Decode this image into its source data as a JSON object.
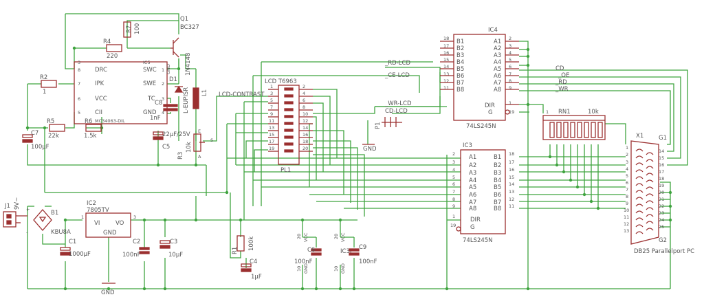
{
  "labels": {
    "q1": "Q1",
    "q1v": "BC327",
    "r7": "R7",
    "r7v": "100",
    "r4": "R4",
    "r4v": "220",
    "ic5v": "MC34063-DIL",
    "ic5": "IC5",
    "r2": "R2",
    "r2v": "1",
    "r5": "R5",
    "r5v": "22k",
    "r6": "R6",
    "r6v": "1.5k",
    "c7": "C7",
    "c7v": "100µF",
    "c8": "C8",
    "c8v": "1nF",
    "c5": "C5",
    "c5v": "22µF/25V",
    "d1": "D1",
    "d1v": "1N4148",
    "l1": "L1",
    "l1v": "L-EUPISR",
    "r3": "R3",
    "r3v": "10k",
    "lcdcontrast": "LCD-CONTRAST",
    "lcd": "LCD T6963",
    "pl1": "PL1",
    "rdlcd": "_RD-LCD",
    "celcd": "_CE-LCD",
    "wrlcd": "_WR-LCD",
    "cdlcd": "CD-LCD",
    "p1": "P1",
    "ic4": "IC4",
    "ic4v": "74LS245N",
    "ic3": "IC3",
    "ic3v": "74LS245N",
    "rn1": "RN1",
    "rn1v": "10k",
    "x1": "X1",
    "x1v": "DB25 Parallelport PC",
    "cd": "CD",
    "oe": "_OE",
    "rd": "_RD",
    "wr": "_WR",
    "j1": "J1",
    "j1v": "9V~",
    "b1": "B1",
    "b1v": "KBU8A",
    "c1": "C1",
    "c1v": "1000µF",
    "ic2": "IC2",
    "ic2v": "7805TV",
    "c2": "C2",
    "c2v": "100nF",
    "c3": "C3",
    "c3v": "10µF",
    "r1": "R1",
    "r1v": "100k",
    "c4": "C4",
    "c4v": "1µF",
    "c6": "C6",
    "c6v": "100nF",
    "c9": "C9",
    "c9v": "100nF",
    "ic3p": "IC3P",
    "gnd": "GND",
    "vcc": "VCC",
    "vi": "VI",
    "vo": "VO",
    "drc": "DRC",
    "swc": "SWC",
    "ipk": "IPK",
    "swe": "SWE",
    "vccpin": "VCC",
    "tc": "TC",
    "cii": "CII",
    "dir": "DIR",
    "g": "G",
    "g1": "G1",
    "g2": "G2"
  }
}
